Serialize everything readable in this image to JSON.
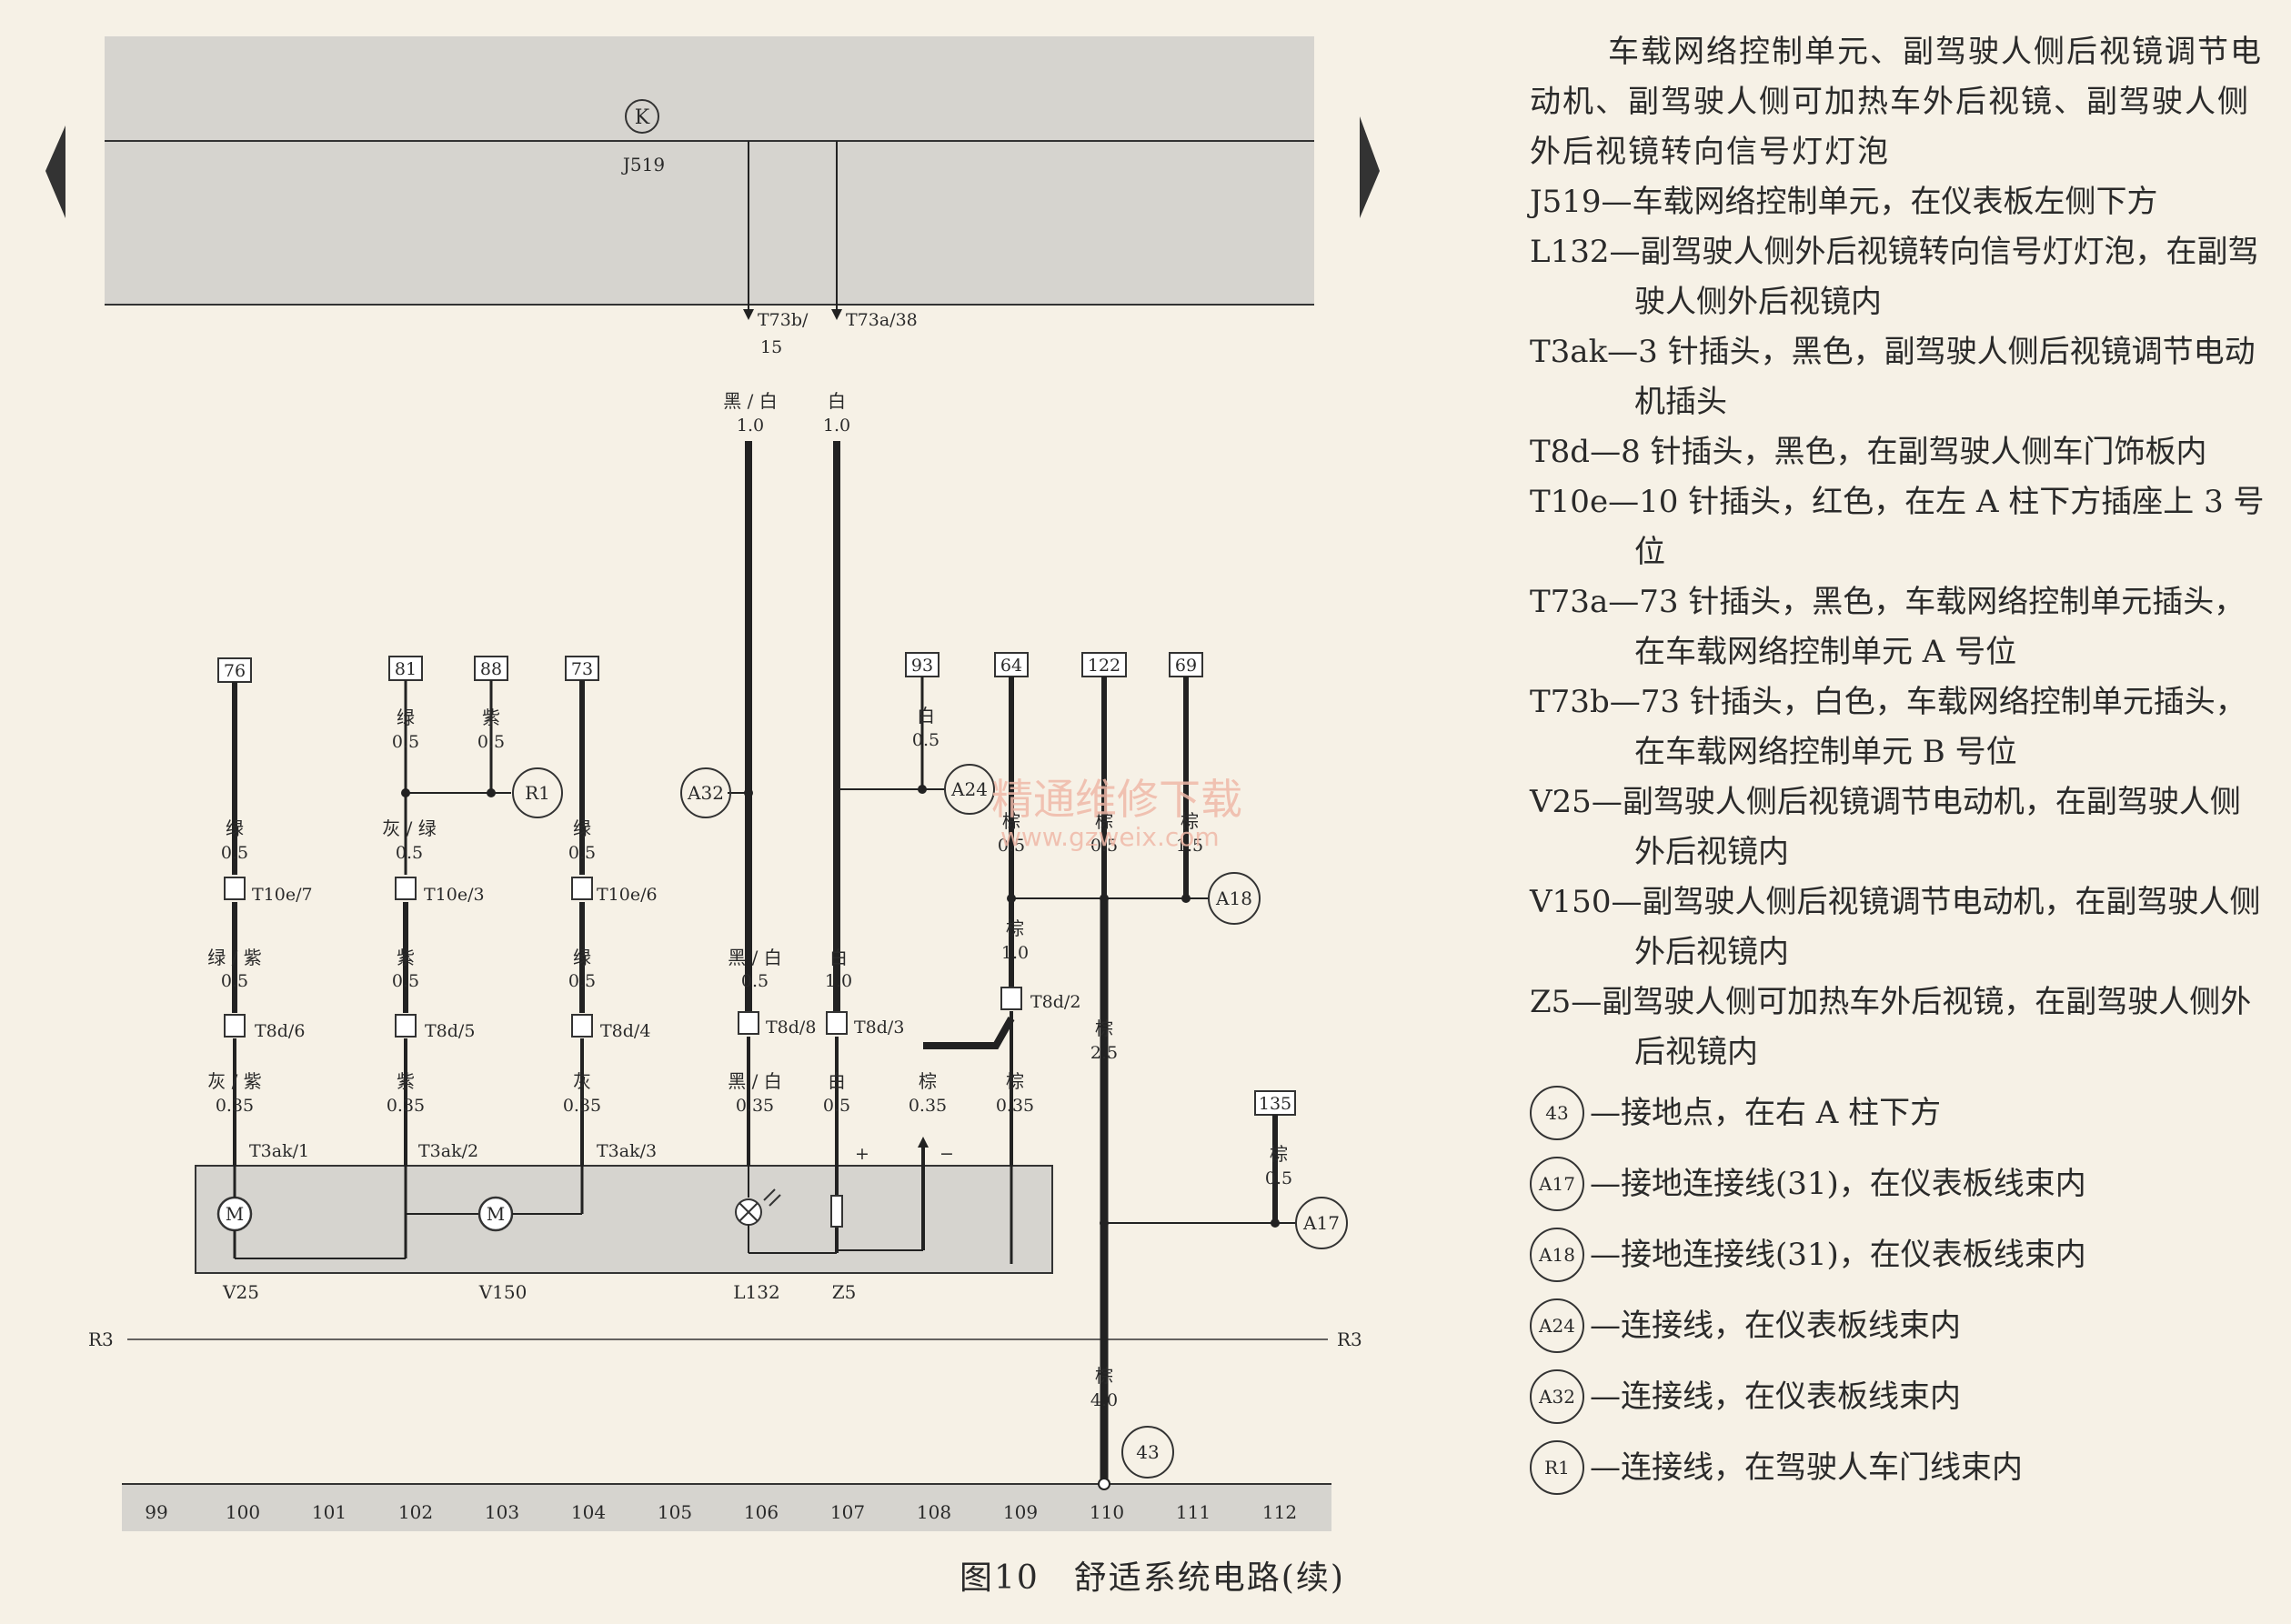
{
  "diagram": {
    "control_unit": {
      "symbol": "K",
      "label": "J519"
    },
    "wire_columns": [
      {
        "id": "76",
        "labels": [
          "绿",
          "0.5"
        ],
        "conn1": "T10e/7",
        "mid": [
          "绿 / 紫",
          "0.5"
        ],
        "conn2": "T8d/6",
        "low": [
          "灰 / 紫",
          "0.35"
        ],
        "conn3": "T3ak/1"
      },
      {
        "id": "81",
        "labels": [
          "绿",
          "0.5"
        ],
        "mid_top": [
          "灰 / 绿",
          "0.5"
        ],
        "conn1": "T10e/3",
        "mid": [
          "紫",
          "0.5"
        ],
        "conn2": "T8d/5",
        "low": [
          "紫",
          "0.35"
        ],
        "conn3": "T3ak/2"
      },
      {
        "id": "88",
        "labels": [
          "紫",
          "0.5"
        ]
      },
      {
        "id": "73",
        "labels": [
          "绿",
          "0.5"
        ],
        "conn1": "T10e/6",
        "mid": [
          "绿",
          "0.5"
        ],
        "conn2": "T8d/4",
        "low": [
          "灰",
          "0.35"
        ],
        "conn3": "T3ak/3"
      },
      {
        "id": "93",
        "labels": [
          "白",
          "0.5"
        ]
      },
      {
        "id": "64",
        "labels": [
          "棕",
          "0.5"
        ]
      },
      {
        "id": "122",
        "labels": [
          "棕",
          "0.5"
        ]
      },
      {
        "id": "69",
        "labels": [
          "棕",
          "1.5"
        ]
      },
      {
        "id": "135",
        "labels": [
          "棕",
          "0.5"
        ]
      }
    ],
    "j519_pins": [
      {
        "pin": "T73b/",
        "pin2": "15",
        "color": "黑 / 白",
        "size": "1.0",
        "lower": [
          "黑 / 白",
          "0.5"
        ],
        "conn": "T8d/8",
        "bottom": [
          "黑 / 白",
          "0.35"
        ]
      },
      {
        "pin": "T73a/38",
        "color": "白",
        "size": "1.0",
        "lower": [
          "白",
          "1.0"
        ],
        "conn": "T8d/3",
        "bottom": [
          "白",
          "0.5"
        ]
      }
    ],
    "misc": {
      "t8d2": "T8d/2",
      "brown10": [
        "棕",
        "1.0"
      ],
      "brown035a": [
        "棕",
        "0.35"
      ],
      "brown035b": [
        "棕",
        "0.35"
      ],
      "brown25": [
        "棕",
        "2.5"
      ],
      "brown40": [
        "棕",
        "4.0"
      ],
      "plus": "+",
      "minus": "−"
    },
    "connectors": {
      "r1": "R1",
      "a32": "A32",
      "a24": "A24",
      "a18": "A18",
      "a17": "A17",
      "g43": "43"
    },
    "components": {
      "v25": "V25",
      "v150": "V150",
      "l132": "L132",
      "z5": "Z5",
      "motor": "M"
    },
    "rail": {
      "left": "R3",
      "right": "R3"
    },
    "columns": [
      "99",
      "100",
      "101",
      "102",
      "103",
      "104",
      "105",
      "106",
      "107",
      "108",
      "109",
      "110",
      "111",
      "112"
    ],
    "watermark": {
      "cn": "精通维修下载",
      "url": "www.gzweix.com"
    }
  },
  "legend": {
    "title": "车载网络控制单元、副驾驶人侧后视镜调节电动机、副驾驶人侧可加热车外后视镜、副驾驶人侧外后视镜转向信号灯灯泡",
    "items": [
      "J519—车载网络控制单元，在仪表板左侧下方",
      "L132—副驾驶人侧外后视镜转向信号灯灯泡，在副驾驶人侧外后视镜内",
      "T3ak—3 针插头，黑色，副驾驶人侧后视镜调节电动机插头",
      "T8d—8 针插头，黑色，在副驾驶人侧车门饰板内",
      "T10e—10 针插头，红色，在左 A 柱下方插座上 3 号位",
      "T73a—73 针插头，黑色，车载网络控制单元插头，在车载网络控制单元 A 号位",
      "T73b—73 针插头，白色，车载网络控制单元插头，在车载网络控制单元 B 号位",
      "V25—副驾驶人侧后视镜调节电动机，在副驾驶人侧外后视镜内",
      "V150—副驾驶人侧后视镜调节电动机，在副驾驶人侧外后视镜内",
      "Z5—副驾驶人侧可加热车外后视镜，在副驾驶人侧外后视镜内"
    ],
    "circle_items": [
      {
        "sym": "43",
        "text": "—接地点，在右 A 柱下方"
      },
      {
        "sym": "A17",
        "text": "—接地连接线(31)，在仪表板线束内"
      },
      {
        "sym": "A18",
        "text": "—接地连接线(31)，在仪表板线束内"
      },
      {
        "sym": "A24",
        "text": "—连接线，在仪表板线束内"
      },
      {
        "sym": "A32",
        "text": "—连接线，在仪表板线束内"
      },
      {
        "sym": "R1",
        "text": "—连接线，在驾驶人车门线束内"
      }
    ]
  },
  "caption": "图10　舒适系统电路(续)"
}
